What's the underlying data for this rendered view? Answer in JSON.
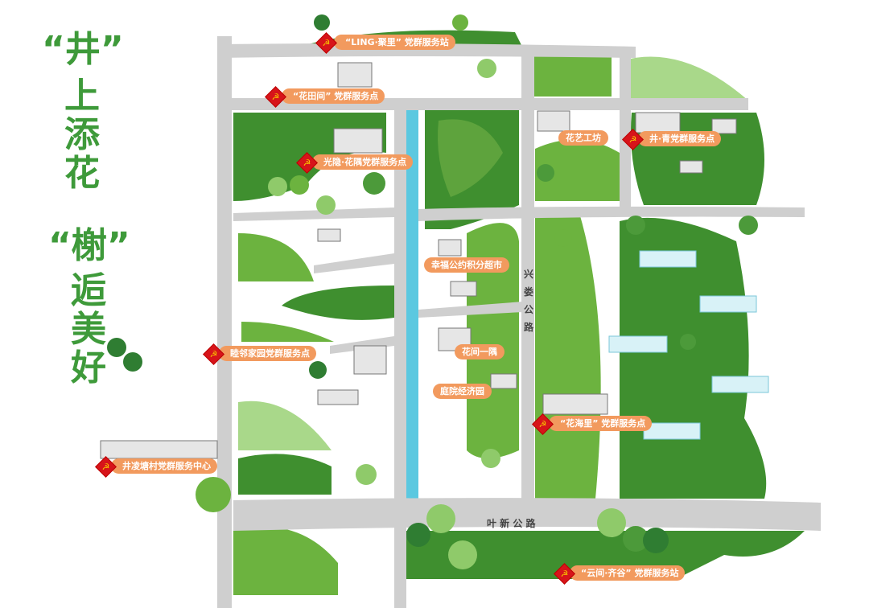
{
  "title": {
    "line1_quoted": "“井”",
    "line1_rest": [
      "上",
      "添",
      "花"
    ],
    "line2_quoted": "“榭”",
    "line2_rest": [
      "逅",
      "美",
      "好"
    ]
  },
  "roads": {
    "xinglou": [
      "兴",
      "娄",
      "公",
      "路"
    ],
    "yexin": "叶 新 公 路"
  },
  "labels": {
    "ling_juli": "“LING·聚里” 党群服务站",
    "huatianjian": "“花田间” 党群服务点",
    "guangyin_huayu": "光隐·花隅党群服务点",
    "huayi_gongfang": "花艺工坊",
    "jing_qing": "井·青党群服务点",
    "xingfu_market": "幸福公约积分超市",
    "huajian_yiyu": "花间一隅",
    "tingyuan_jingji": "庭院经济园",
    "mulin_jiayuan": "睦邻家园党群服务点",
    "huahaili": "“花海里” 党群服务点",
    "village_center": "井凌塘村党群服务中心",
    "yunjian_qigu": "“云间·齐谷” 党群服务站"
  },
  "icons": {
    "party": "hammer-sickle-icon"
  },
  "colors": {
    "road": "#cfcfcf",
    "river": "#5bc8e0",
    "green_dark": "#3f8f2f",
    "green_mid": "#6cb33f",
    "green_light": "#a9d88a",
    "label": "#f29a5e",
    "party_red": "#d7141a",
    "title": "#3e9a3a"
  }
}
